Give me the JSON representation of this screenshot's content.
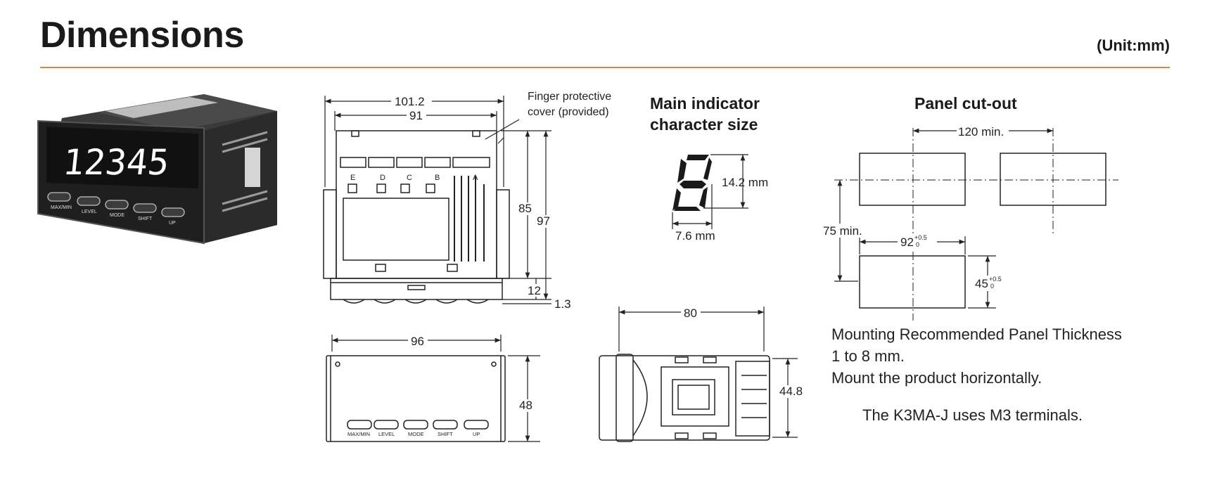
{
  "header": {
    "title": "Dimensions",
    "unit": "(Unit:mm)"
  },
  "front_photo": {
    "display_digits": "12345",
    "buttons": [
      "MAX/MIN",
      "LEVEL",
      "MODE",
      "SHIFT",
      "UP"
    ]
  },
  "side_view": {
    "dims": [
      "101.2",
      "91",
      "85",
      "97",
      "12",
      "1.3"
    ],
    "finger_cover_note": [
      "Finger protective",
      "cover (provided)"
    ],
    "terminal_letters": [
      "E",
      "D",
      "C",
      "B",
      "A"
    ]
  },
  "front_view": {
    "dims": [
      "96",
      "48"
    ],
    "buttons": [
      "MAX/MIN",
      "LEVEL",
      "MODE",
      "SHIFT",
      "UP"
    ]
  },
  "top_view": {
    "dims": [
      "80",
      "44.8"
    ]
  },
  "char_size": {
    "title_lines": [
      "Main indicator",
      "character size"
    ],
    "height": "14.2 mm",
    "width": "7.6 mm"
  },
  "panel_cutout": {
    "title": "Panel cut-out",
    "h_pitch": "120 min.",
    "v_pitch": "75 min.",
    "width": "92",
    "width_tol": [
      "+0.5",
      "0"
    ],
    "height": "45",
    "height_tol": [
      "+0.5",
      "0"
    ]
  },
  "notes": {
    "thickness_lines": [
      "Mounting Recommended Panel Thickness",
      "1 to 8 mm.",
      "Mount the product horizontally."
    ],
    "terminals": "The K3MA-J uses M3 terminals."
  },
  "colors": {
    "accent_rule": "#d98b2b",
    "device_body": "#2a2a2a",
    "display_text": "#ffffff"
  }
}
